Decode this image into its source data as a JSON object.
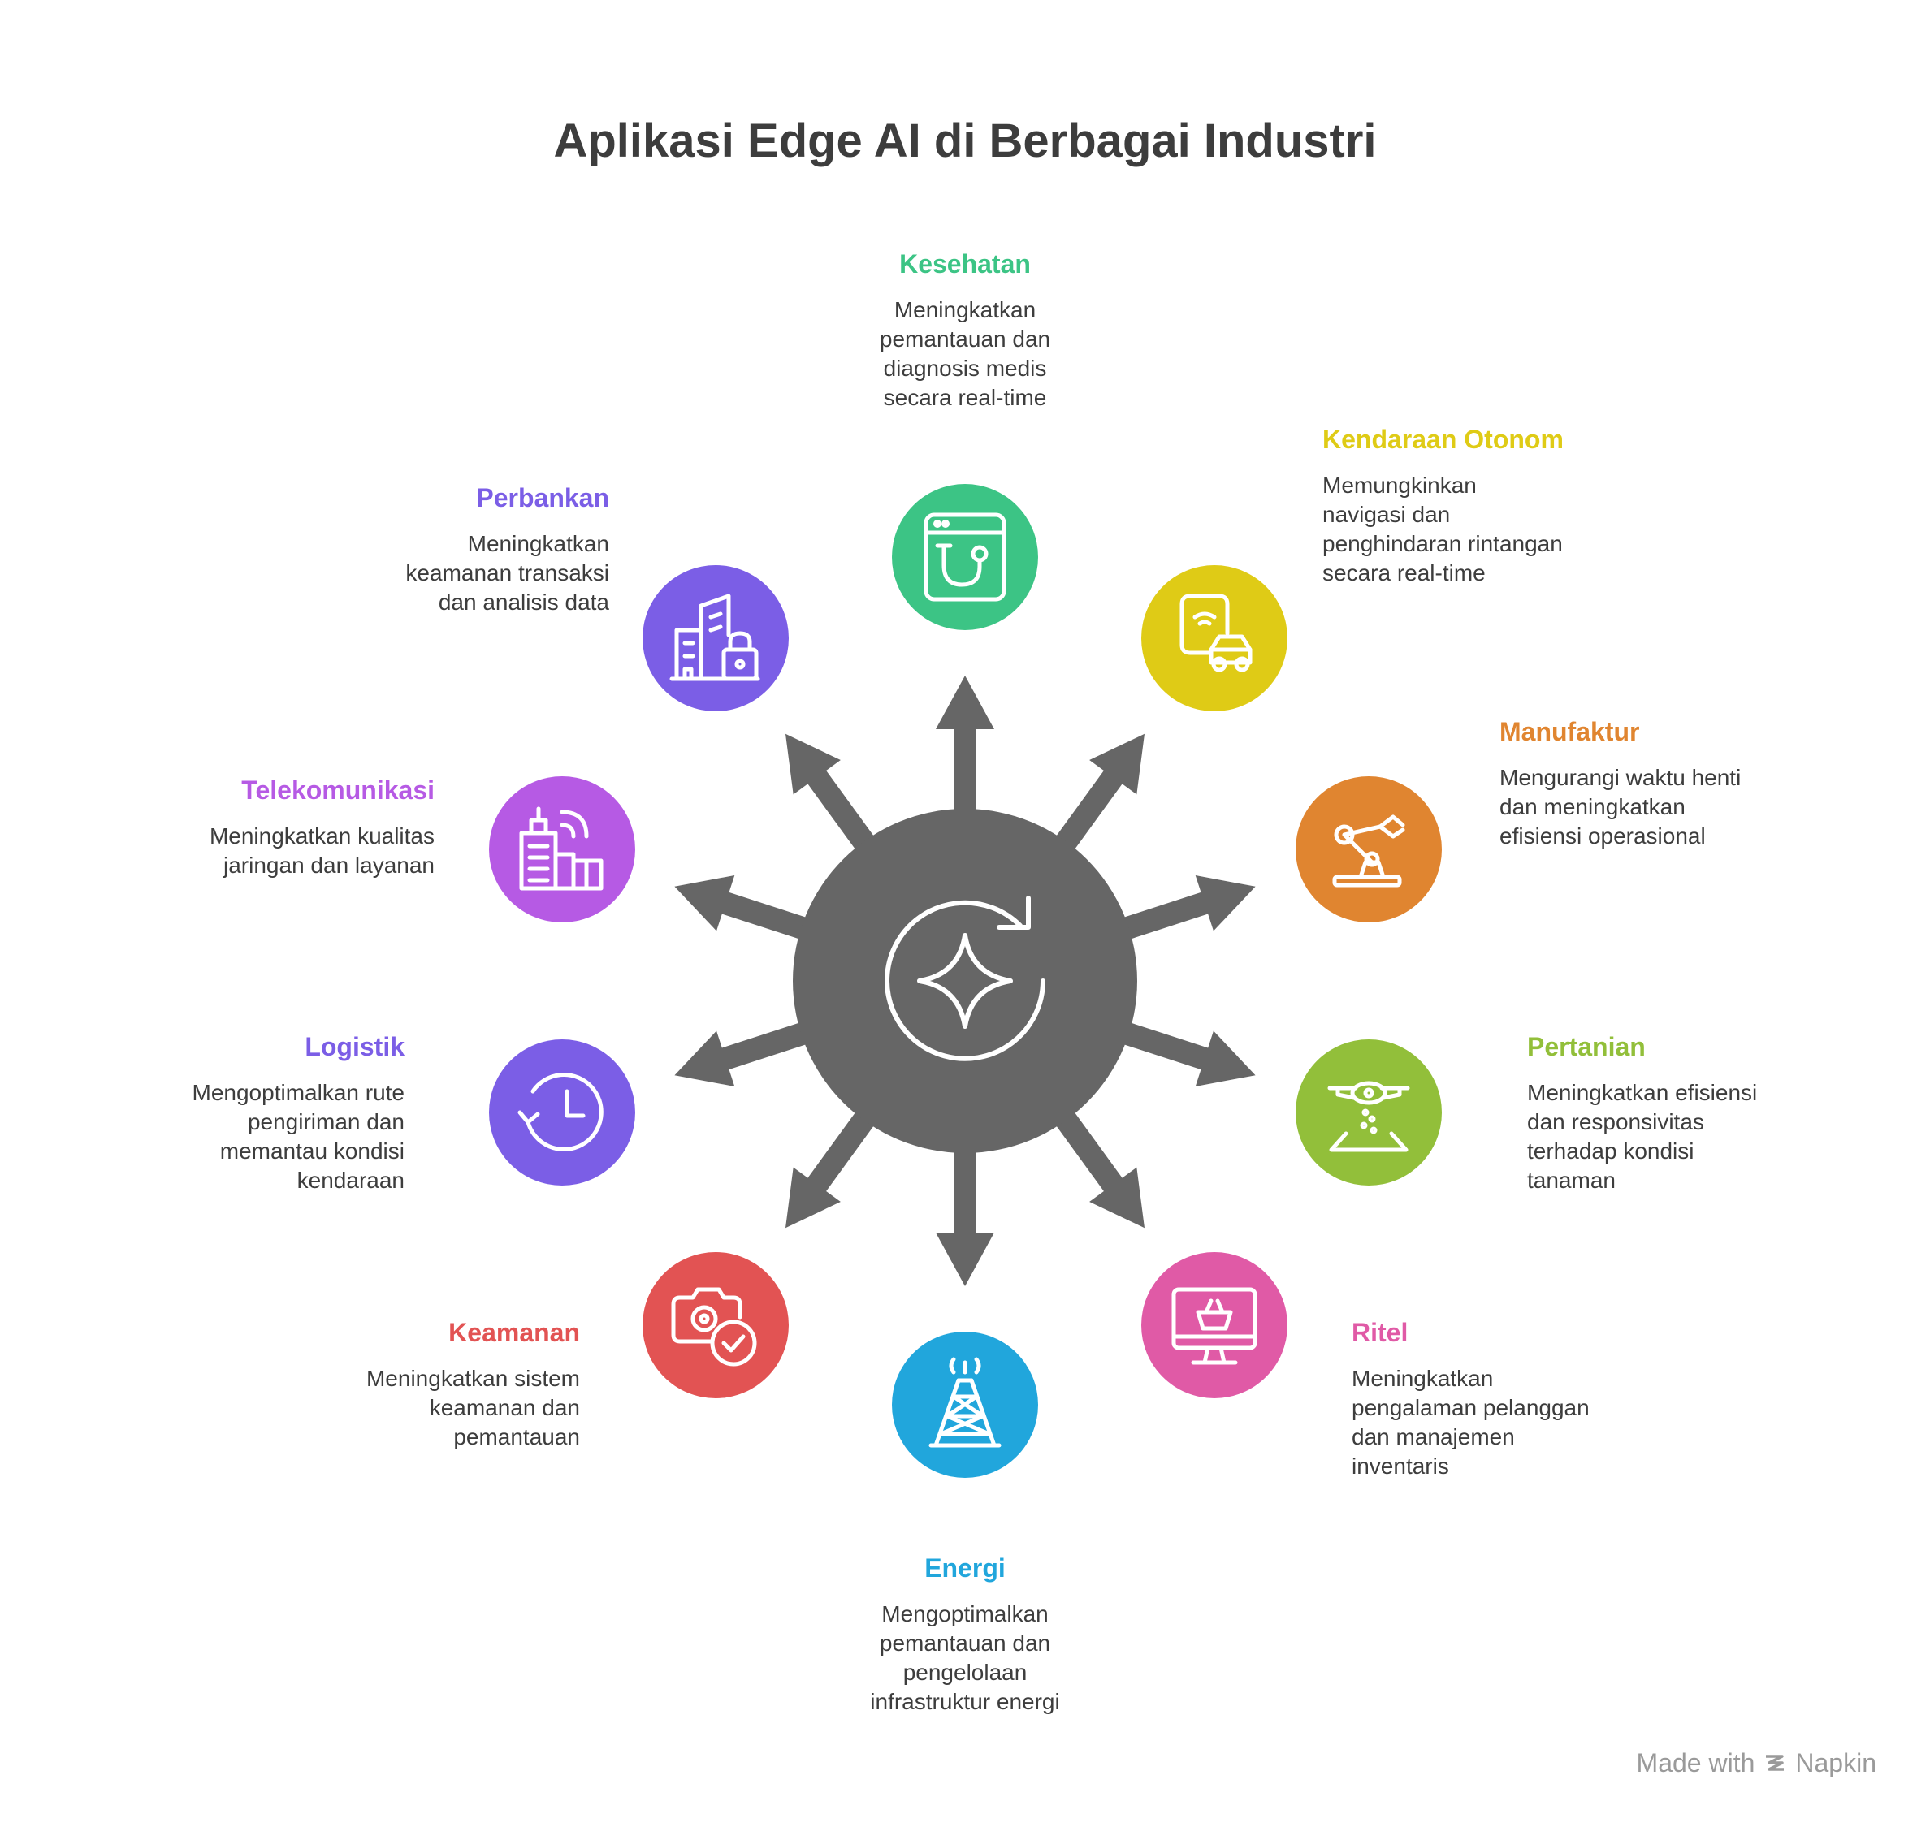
{
  "title": "Aplikasi Edge AI di Berbagai Industri",
  "hub": {
    "color": "#666666",
    "icon": "sparkle-refresh-icon"
  },
  "industries": [
    {
      "key": "kesehatan",
      "name": "Kesehatan",
      "desc": "Meningkatkan pemantauan dan diagnosis medis secara real-time",
      "color": "#3cc485",
      "icon": "stethoscope-icon"
    },
    {
      "key": "kendaraan",
      "name": "Kendaraan Otonom",
      "desc": "Memungkinkan navigasi dan penghindaran rintangan secara real-time",
      "color": "#dfcb16",
      "icon": "phone-car-icon"
    },
    {
      "key": "manufaktur",
      "name": "Manufaktur",
      "desc": "Mengurangi waktu henti dan meningkatkan efisiensi operasional",
      "color": "#e08530",
      "icon": "robot-arm-icon"
    },
    {
      "key": "pertanian",
      "name": "Pertanian",
      "desc": "Meningkatkan efisiensi dan responsivitas terhadap kondisi tanaman",
      "color": "#92bf3a",
      "icon": "drone-icon"
    },
    {
      "key": "ritel",
      "name": "Ritel",
      "desc": "Meningkatkan pengalaman pelanggan dan manajemen inventaris",
      "color": "#e05aa6",
      "icon": "monitor-basket-icon"
    },
    {
      "key": "energi",
      "name": "Energi",
      "desc": "Mengoptimalkan pemantauan dan pengelolaan infrastruktur energi",
      "color": "#21a6dc",
      "icon": "tower-icon"
    },
    {
      "key": "keamanan",
      "name": "Keamanan",
      "desc": "Meningkatkan sistem keamanan dan pemantauan",
      "color": "#e25353",
      "icon": "camera-check-icon"
    },
    {
      "key": "logistik",
      "name": "Logistik",
      "desc": "Mengoptimalkan rute pengiriman dan memantau kondisi kendaraan",
      "color": "#7b5ee6",
      "icon": "clock-history-icon"
    },
    {
      "key": "telekomunikasi",
      "name": "Telekomunikasi",
      "desc": "Meningkatkan kualitas jaringan dan layanan",
      "color": "#b65ae4",
      "icon": "antenna-building-icon"
    },
    {
      "key": "perbankan",
      "name": "Perbankan",
      "desc": "Meningkatkan keamanan transaksi dan analisis data",
      "color": "#7b5ee6",
      "icon": "building-lock-icon"
    }
  ],
  "footer": {
    "prefix": "Made with",
    "brand": "Napkin"
  }
}
